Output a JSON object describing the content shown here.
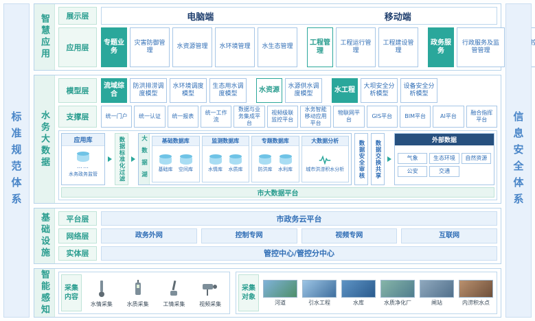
{
  "sidebars": {
    "left": "标准规范体系",
    "right": "信息安全体系"
  },
  "smart_app": {
    "band_label": "智慧应用",
    "display": {
      "label": "展示层",
      "pc": "电脑端",
      "mobile": "移动端"
    },
    "app": {
      "label": "应用层",
      "groups": [
        {
          "lead": "专题业务",
          "items": [
            "灾害防御管理",
            "水资源管理",
            "水环境管理",
            "水生态管理"
          ]
        },
        {
          "lead": "工程管理",
          "items": [
            "工程运行管理",
            "工程建设管理"
          ]
        },
        {
          "lead": "政务服务",
          "items": [
            "行政服务及监管管理",
            "政务内控管理"
          ]
        }
      ]
    }
  },
  "big_data": {
    "band_label": "水务大数据",
    "model": {
      "label": "模型层",
      "groups": [
        {
          "lead": "流域综合",
          "items": [
            "防洪排涝调度模型",
            "水环境调度模型",
            "生态用水调度模型"
          ]
        },
        {
          "lead": "水资源",
          "items": [
            "水源供水调度模型"
          ]
        },
        {
          "lead": "水工程",
          "items": [
            "大坝安全分析模型",
            "设备安全分析模型"
          ]
        }
      ]
    },
    "support": {
      "label": "支撑层",
      "items": [
        "统一门户",
        "统一认证",
        "统一报表",
        "统一工作流",
        "数据与业务集成平台",
        "视频级联监控平台",
        "水务智能移动应用平台",
        "物联网平台",
        "GIS平台",
        "BIM平台",
        "AI平台",
        "融合指挥平台"
      ]
    },
    "flow": {
      "app_store": {
        "title": "应用库",
        "dots": "……",
        "caption": "水务政务监管"
      },
      "filter": "数据标准化过滤",
      "lake": {
        "label": "大数据湖",
        "groups": [
          {
            "title": "基础数据库",
            "dbs": [
              "基础库",
              "空间库"
            ]
          },
          {
            "title": "监测数据库",
            "dbs": [
              "水情库",
              "水质库"
            ]
          },
          {
            "title": "专题数据库",
            "dbs": [
              "防洪库",
              "水利库"
            ]
          }
        ],
        "analysis": {
          "title": "大数据分析",
          "caption": "城市洪涝积水分析"
        }
      },
      "audit": "数据安全审核",
      "exchange": "数据交换共享",
      "external": {
        "title": "外部数据",
        "items": [
          "气象",
          "生态环境",
          "自然资源",
          "公安",
          "交通"
        ]
      }
    },
    "platform_bar": "市大数据平台"
  },
  "infra": {
    "band_label": "基础设施",
    "platform": {
      "label": "平台层",
      "value": "市政务云平台"
    },
    "network": {
      "label": "网络层",
      "items": [
        "政务外网",
        "控制专网",
        "视频专网",
        "互联网"
      ]
    },
    "entity": {
      "label": "实体层",
      "value": "管控中心/管控分中心"
    }
  },
  "perception": {
    "band_label": "智能感知",
    "content": {
      "label": "采集内容",
      "items": [
        {
          "icon": "water-level-sensor",
          "label": "水情采集"
        },
        {
          "icon": "water-quality-meter",
          "label": "水质采集"
        },
        {
          "icon": "engineering-sensor",
          "label": "工情采集"
        },
        {
          "icon": "cctv-camera",
          "label": "视频采集"
        }
      ]
    },
    "objects": {
      "label": "采集对象",
      "items": [
        "河道",
        "引水工程",
        "水库",
        "水质净化厂",
        "闸站",
        "内涝积水点"
      ]
    }
  },
  "colors": {
    "teal": "#2aa79b",
    "blue": "#2f6db5",
    "navy": "#27507e"
  }
}
